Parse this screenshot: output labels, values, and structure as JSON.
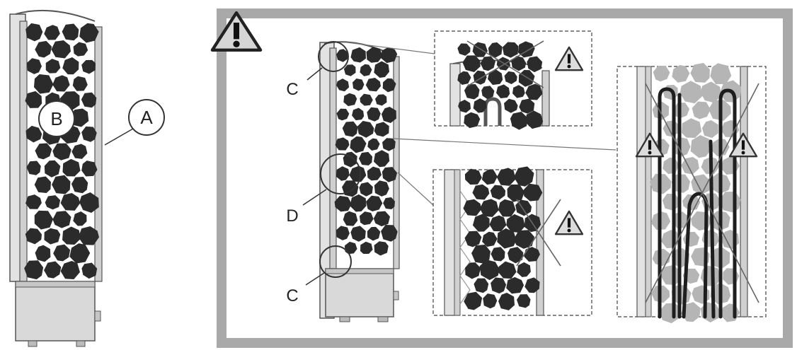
{
  "labels": {
    "a": "A",
    "b": "B",
    "c_top": "C",
    "d": "D",
    "c_bottom": "C"
  },
  "icons": {
    "warning": "warning-icon",
    "prohibited": "cross-out-icon"
  },
  "colors": {
    "frame": "#a9a9a9",
    "stone": "#2b2b2b",
    "stone_light": "#b0b0b0",
    "metal": "#d4d4d4",
    "outline": "#555555"
  }
}
